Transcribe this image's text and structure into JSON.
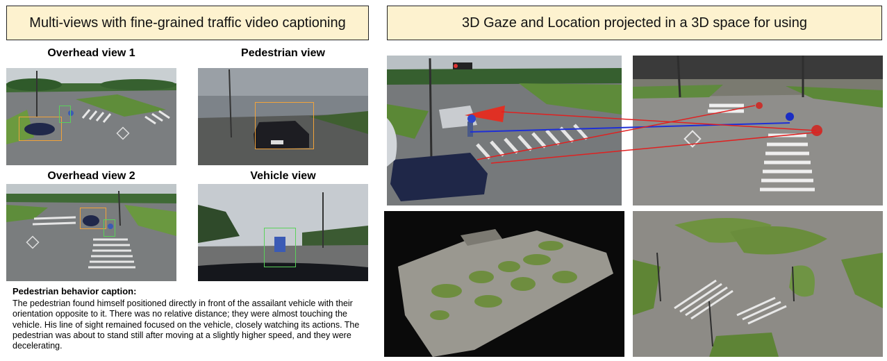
{
  "banners": {
    "left": "Multi-views with fine-grained traffic video captioning",
    "right": "3D Gaze and Location projected in a 3D space for using"
  },
  "views": {
    "overhead1": "Overhead view 1",
    "pedestrian": "Pedestrian view",
    "overhead2": "Overhead view 2",
    "vehicle": "Vehicle view"
  },
  "caption": {
    "title": "Pedestrian behavior caption:",
    "body": "The pedestrian found himself positioned directly in front of the assailant vehicle with their orientation opposite to it. There was no relative distance; they were almost touching the vehicle. His line of sight remained focused on the vehicle, closely watching its actions. The pedestrian was about to stand still after moving at a slightly higher speed, and they were decelerating."
  },
  "colors": {
    "banner_bg": "#fdf2cf",
    "vehicle_box": "#f2a33a",
    "pedestrian_box": "#5ad15a",
    "gaze_line": "#1e2fd6",
    "location_line": "#e02020"
  }
}
